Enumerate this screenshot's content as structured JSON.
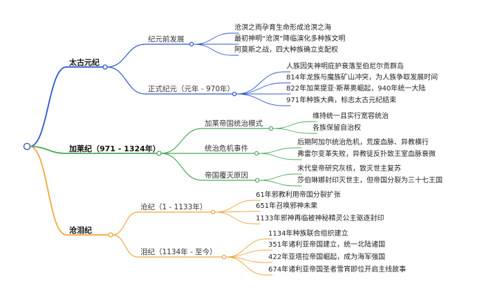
{
  "colors": {
    "ancient": "#2a55cc",
    "jialai": "#49a957",
    "canglei": "#f2a33a",
    "root": "#2a4fb0"
  },
  "branches": [
    {
      "key": "ancient",
      "label": "太古元纪",
      "children": [
        {
          "label": "纪元前发展",
          "leaves": [
            "沧溟之雨孕育生命形成沧溟之海",
            "最初神明“沧溟”降临演化多种族文明",
            "阿莫斯之战，四大种族确立支配权"
          ]
        },
        {
          "label": "正式纪元（元年 - 970年）",
          "leaves": [
            "人族因失神明庇护衰落至伯尼尔贡群岛",
            "814年龙族与魔族矿山冲突，为人族争取发展时间",
            "822年加莱提亚·斯蒂奥崛起，940年统一大陆",
            "971年种族大典，标志太古元纪结束"
          ]
        }
      ]
    },
    {
      "key": "jialai",
      "label": "加莱纪（971 - 1324年）",
      "children": [
        {
          "label": "加莱帝国统治模式",
          "leaves": [
            "维持统一且实行宽容统治",
            "各族保留自治权"
          ]
        },
        {
          "label": "统治危机事件",
          "leaves": [
            "后期阿加尔统治危机，荒废血脉、异教横行",
            "弗雷尔变革失败，异教徒反扑致王室血脉衰微"
          ]
        },
        {
          "label": "帝国覆灭原因",
          "leaves": [
            "末代皇帝研究灰核，致灭世主复苏",
            "莎伯琳娜封印灭世主，但帝国分裂为三十七王国"
          ]
        }
      ]
    },
    {
      "key": "canglei",
      "label": "沧泪纪",
      "children": [
        {
          "label": "沧纪（1 - 1133年）",
          "leaves": [
            "61年邪教利用帝国分裂扩张",
            "651年召唤邪神未果",
            "1133年邪神再临被神秘精灵公主驱逐封印"
          ]
        },
        {
          "label": "泪纪（1134年 - 至今）",
          "leaves": [
            "1134年种族联合组织建立",
            "351年诸利亚帝国建立，统一北陆诸国",
            "422年亚塔拉帝国崛起，成为海军强国",
            "674年诸利亚帝国圣者雪宵即位开启主线故事"
          ]
        }
      ]
    }
  ]
}
